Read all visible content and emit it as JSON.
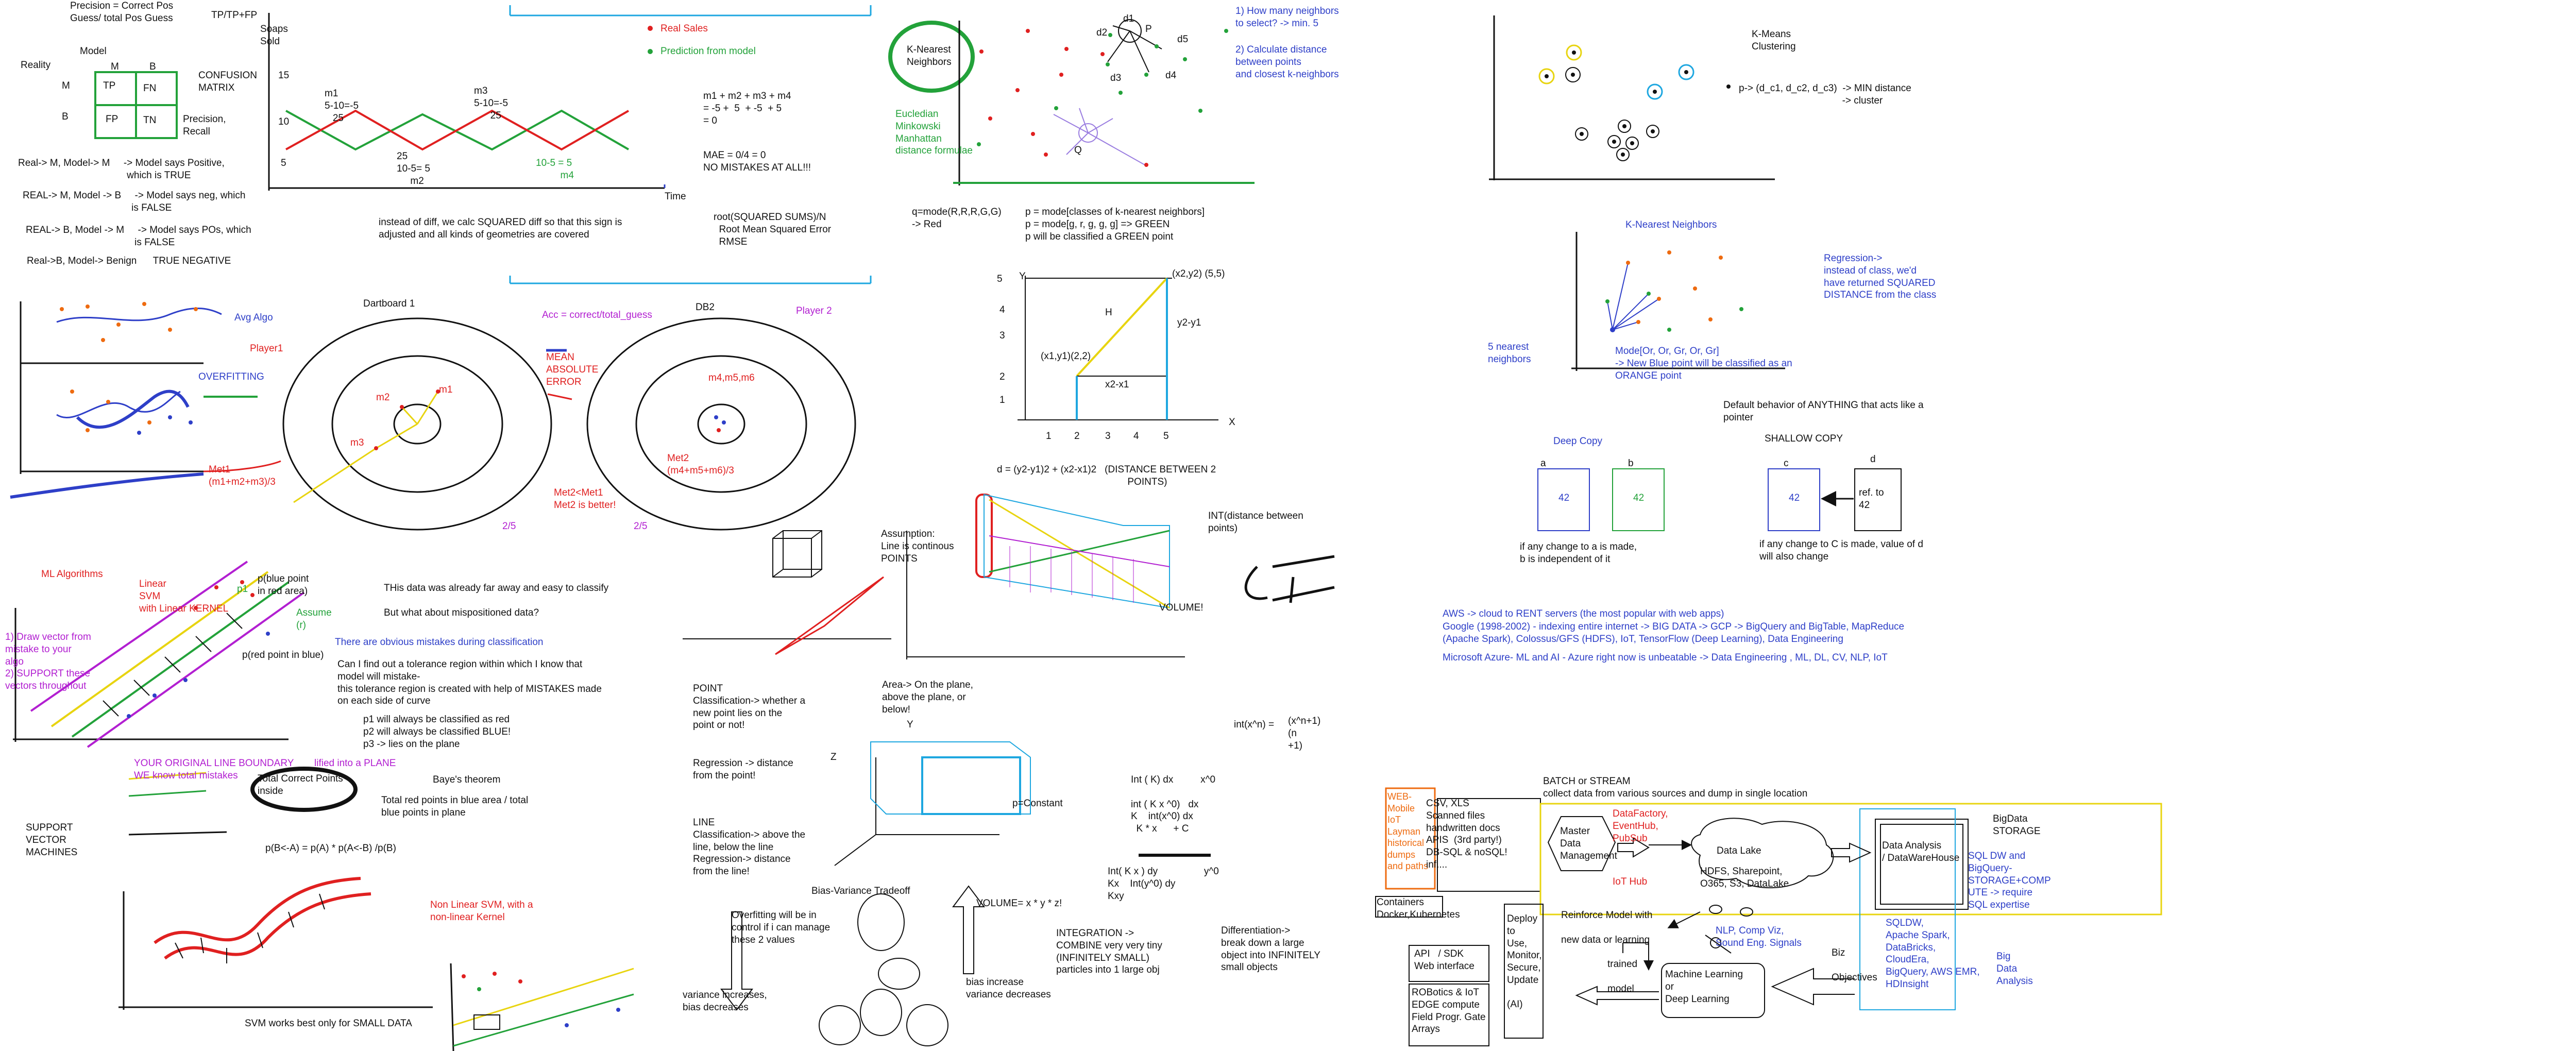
{
  "colors": {
    "black": "#111111",
    "blue": "#2e3fc8",
    "red": "#e02020",
    "green": "#23a23a",
    "purple": "#b21fd1",
    "orange": "#ee6b10",
    "yellow": "#e8d410",
    "cyan": "#1ea7e0"
  },
  "confusion": {
    "precision": "Precision = Correct Pos\nGuess/ total Pos Guess",
    "formula": "TP/TP+FP",
    "model": "Model",
    "reality": "Reality",
    "M": "M",
    "B": "B",
    "tp": "TP",
    "fn": "FN",
    "fp": "FP",
    "tn": "TN",
    "matrix_label": "CONFUSION\nMATRIX",
    "prec_recall": "Precision,\nRecall",
    "notes": [
      "Real-> M, Model-> M     -> Model says Positive,\n                                        which is TRUE",
      "REAL-> M, Model -> B     -> Model says neg, which\n                                        is FALSE",
      "REAL-> B, Model -> M     -> Model says POs, which\n                                        is FALSE",
      "Real->B, Model-> Benign      TRUE NEGATIVE"
    ]
  },
  "regression": {
    "soaps": "Soaps\nSold",
    "y15": "15",
    "y10": "10",
    "y5": "5",
    "time": "Time",
    "m1": "m1\n5-10=-5\n   25",
    "m2": "25\n10-5= 5\n     m2",
    "m3": "m3\n5-10=-5\n      25",
    "m4": "10-5 = 5\n         m4",
    "real_sales": "Real Sales",
    "prediction": "Prediction from model",
    "sum": "m1 + m2 + m3 + m4\n= -5 +  5  + -5  + 5\n= 0",
    "mae": "MAE = 0/4 = 0\nNO MISTAKES AT ALL!!!",
    "squared_note": "instead of diff, we calc SQUARED diff so that this sign is\nadjusted and all kinds of geometries are covered",
    "rmse": "root(SQUARED SUMS)/N\n  Root Mean Squared Error\n  RMSE"
  },
  "knn_top": {
    "title": "K-Nearest\nNeighbors",
    "distances": "Eucledian\nMinkowski\nManhattan\ndistance formulae",
    "d1": "d1",
    "d2": "d2",
    "d3": "d3",
    "d4": "d4",
    "d5": "d5",
    "p": "P",
    "q": "Q",
    "how_many": "1) How many neighbors\nto select? -> min. 5",
    "calculate": "2) Calculate distance\nbetween points\nand closest k-neighbors",
    "mode_q": "q=mode(R,R,R,G,G)\n-> Red",
    "mode_p": "p = mode[classes of k-nearest neighbors]\np = mode[g, r, g, g, g] => GREEN\np will be classified a GREEN point"
  },
  "distance_plot": {
    "y": "Y",
    "x": "X",
    "p1": "(x1,y1)(2,2)",
    "p2": "(x2,y2) (5,5)",
    "h": "H",
    "dy": "y2-y1",
    "dx": "x2-x1",
    "xticks": [
      "1",
      "2",
      "3",
      "4",
      "5"
    ],
    "yticks": [
      "5",
      "4",
      "3",
      "2",
      "1"
    ],
    "formula": "d = (y2-y1)2 + (x2-x1)2   (DISTANCE BETWEEN 2\n                                                POINTS)"
  },
  "kmeans": {
    "title": "K-Means\nClustering",
    "formula": "p-> (d_c1, d_c2, d_c3)  -> MIN distance\n                                      -> cluster"
  },
  "knn_regression": {
    "title": "K-Nearest Neighbors",
    "note": "Regression->\ninstead of class, we'd\nhave returned SQUARED\nDISTANCE from the class",
    "five": "5 nearest\nneighbors",
    "mode": "Mode[Or, Or, Gr, Or, Gr]\n-> New Blue point will be classified as an\nORANGE point"
  },
  "copy": {
    "pointer": "Default behavior of ANYTHING that acts like a\npointer",
    "deep": "Deep Copy",
    "shallow": "SHALLOW COPY",
    "a": "a",
    "b": "b",
    "c": "c",
    "d": "d",
    "v42": "42",
    "ref": "ref. to\n42",
    "deep_note": "if any change to a is made,\nb is independent of it",
    "shallow_note": "if any change to C is made, value of d\nwill also change"
  },
  "cloud": {
    "aws": "AWS -> cloud to RENT servers (the most popular with web apps)",
    "google": "Google (1998-2002) - indexing entire internet -> BIG DATA -> GCP -> BigQuery and BigTable, MapReduce\n(Apache Spark), Colossus/GFS (HDFS), IoT, TensorFlow (Deep Learning), Data Engineering",
    "azure": "Microsoft Azure- ML and AI - Azure right now is unbeatable -> Data Engineering , ML, DL, CV, NLP, IoT"
  },
  "dartboard": {
    "player1": "Player1",
    "avg_algo": "Avg Algo",
    "overfitting": "OVERFITTING",
    "title1": "Dartboard 1",
    "m1": "m1",
    "m2": "m2",
    "m3": "m3",
    "met1": "Met1\n(m1+m2+m3)/3",
    "score1": "2/5",
    "acc": "Acc = correct/total_guess",
    "mae": "MEAN\nABSOLUTE\nERROR",
    "met_cmp": "Met2<Met1\nMet2 is better!",
    "title2": "DB2",
    "player2": "Player 2",
    "m456": "m4,m5,m6",
    "met2": "Met2\n(m4+m5+m6)/3",
    "score2": "2/5"
  },
  "svm": {
    "ml_algos": "ML Algorithms",
    "linear": "Linear\nSVM\nwith Linear KERNEL",
    "p1": "p1",
    "pblue": "p(blue point\nin red area)",
    "assume": "Assume\n(r)",
    "steps": "1) Draw vector from\nmistake to your\nalgo\n2) SUPPORT these\nvectors throughout",
    "classify": "THis data was already far away and easy to classify",
    "misposition": "But what about mispositioned data?",
    "obvious": "There are obvious mistakes during classification",
    "pred": "p(red point in blue)",
    "tolerance": "Can I find out a tolerance region within which I know that\nmodel will mistake-\nthis tolerance region is created with help of MISTAKES made\non each side of curve",
    "p_rules": "p1 will always be classified as red\np2 will always be classified BLUE!\np3 -> lies on the plane",
    "boundary": "YOUR ORIGINAL LINE BOUNDARY\nWE know total mistakes",
    "plane": "lified into a PLANE",
    "correct_points": "Total Correct Points\ninside",
    "bayes": "Baye's theorem",
    "ratio": "Total red points in blue area / total\nblue points in plane",
    "svm": "SUPPORT\nVECTOR\nMACHINES",
    "bayes_formula": "p(B<-A) = p(A) * p(A<-B) /p(B)",
    "nonlinear": "Non Linear SVM, with a\nnon-linear Kernel",
    "small": "SVM works best only for SMALL DATA"
  },
  "geometry": {
    "assumption": "Assumption:\nLine is continous\nPOINTS",
    "int_points": "INT(distance between\npoints)",
    "volume": "VOLUME!",
    "point": "POINT\nClassification-> whether a\nnew point lies on the\npoint or not!",
    "regression_pt": "Regression -> distance\nfrom the point!",
    "line": "LINE\nClassification-> above the\nline, below the line\nRegression-> distance\nfrom the line!",
    "area": "Area-> On the plane,\nabove the plane, or\nbelow!",
    "z": "Z",
    "y": "Y",
    "pconst": "p=Constant",
    "int_power": "int(x^n) =",
    "int_power_rhs": "(x^n+1)\n(n\n+1)",
    "int_kdx": "Int ( K) dx          x^0\n\nint ( K x ^0)   dx\nK    int(x^0) dx\n  K * x      + C",
    "int_kx": "Int( K x ) dy                 y^0\nKx    Int(y^0) dy\nKxy",
    "volume_xyz": "VOLUME= x * y * z!",
    "integration": "INTEGRATION ->\nCOMBINE very very tiny\n(INFINITELY SMALL)\nparticles into 1 large obj",
    "differentiation": "Differentiation->\nbreak down a large\nobject into INFINITELY\nsmall objects"
  },
  "bias_variance": {
    "title": "Bias-Variance Tradeoff",
    "overfitting": "Overfitting will be in\ncontrol if i can manage\nthese 2 values",
    "left": "variance increases,\nbias decreases",
    "right": "bias increase\nvariance decreases"
  },
  "bigdata": {
    "web": "WEB-\nMobile\nIoT\nLayman\nhistorical\ndumps\nand paths",
    "sources": "CSV, XLS\nScanned files\nhandwritten docs\nAPIS  (3rd party!)\nDB-SQL & noSQL!\ninf....",
    "batch": "BATCH or STREAM\ncollect data from various sources and dump in single location",
    "mdm": "Master\nData\nManagement",
    "factory": "DataFactory,\nEventHub,\nPubSub",
    "iot_hub": "IoT Hub",
    "lake": "Data Lake",
    "lake_items": "HDFS, Sharepoint,\nO365, S3, DataLake",
    "analysis": "Data Analysis\n/ DataWareHouse",
    "bigdata_storage": "BigData\nSTORAGE",
    "sqldw": "SQL DW and\nBigQuery-\nSTORAGE+COMP\nUTE -> require\nSQL expertise",
    "sqldw_list": "SQLDW,\nApache Spark,\nDataBricks,\nCloudEra,\nBigQuery, AWS EMR,\nHDInsight",
    "bigdata_analysis": "Big\nData\nAnalysis",
    "containers": "Containers\nDocker,Kubernetes",
    "deploy": "Deploy\nto\nUse,\nMonitor,\nSecure,\nUpdate\n\n(AI)",
    "api": "API   / SDK\nWeb interface",
    "robotics": "ROBotics & IoT\nEDGE compute\nField Progr. Gate\nArrays",
    "reinforce": "Reinforce Model with\n\nnew data or learning",
    "trained": "trained\n\nmodel",
    "ml": "Machine Learning\nor\nDeep Learning",
    "nlp": "NLP, Comp Viz,\nSound Eng. Signals",
    "biz": "Biz\n\nObjectives"
  }
}
